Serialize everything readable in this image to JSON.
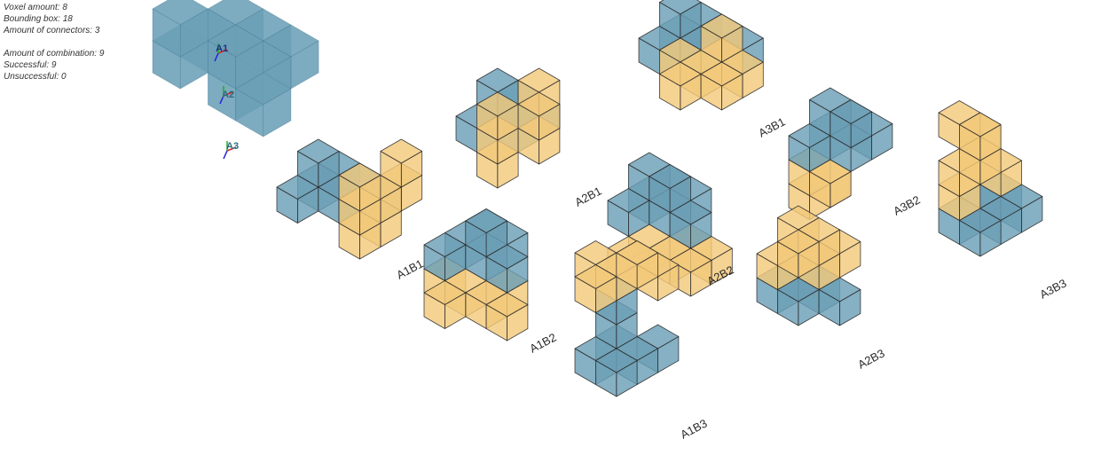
{
  "stats": {
    "voxel_amount": "Voxel amount: 8",
    "bounding_box": "Bounding box: 18",
    "connectors": "Amount of connectors: 3",
    "combinations": "Amount of combination: 9",
    "successful": "Successful: 9",
    "unsuccessful": "Unsuccessful: 0"
  },
  "colors": {
    "blue": "#6b9fb6",
    "yellow": "#f3c97b",
    "edge": "#2b2b2b",
    "ghost_edge": "#4d7f96"
  },
  "preview": {
    "connector_labels": [
      "A1",
      "A2",
      "A3"
    ]
  },
  "combinations": [
    {
      "label": "A1B1"
    },
    {
      "label": "A1B2"
    },
    {
      "label": "A1B3"
    },
    {
      "label": "A2B1"
    },
    {
      "label": "A2B2"
    },
    {
      "label": "A2B3"
    },
    {
      "label": "A3B1"
    },
    {
      "label": "A3B2"
    },
    {
      "label": "A3B3"
    }
  ]
}
